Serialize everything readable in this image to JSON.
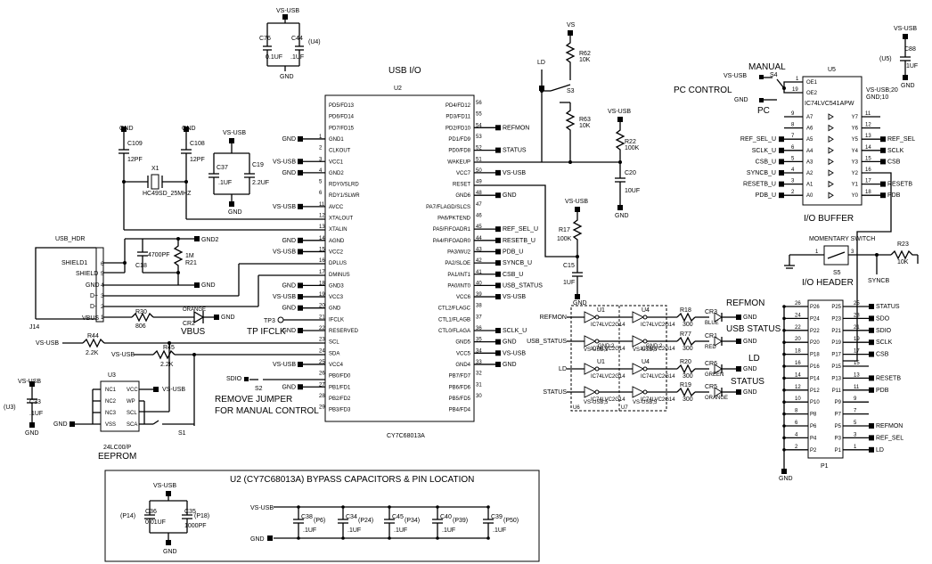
{
  "u4": {
    "vcc": "VS-USB",
    "c1": "C76",
    "c2": "C44",
    "c1v": "0.1UF",
    "c2v": ".1UF",
    "ref": "(U4)",
    "gnd": "GND"
  },
  "u2": {
    "section_title": "USB I/O",
    "ref": "U2",
    "part": "CY7C68013A",
    "left_pins": [
      {
        "num": "",
        "name": "PD5/FD13",
        "net": ""
      },
      {
        "num": "",
        "name": "PD6/FD14",
        "net": ""
      },
      {
        "num": "",
        "name": "PD7/FD15",
        "net": ""
      },
      {
        "num": "1",
        "name": "GND1",
        "net": "GND"
      },
      {
        "num": "2",
        "name": "CLKOUT",
        "net": ""
      },
      {
        "num": "3",
        "name": "VCC1",
        "net": "VS-USB"
      },
      {
        "num": "4",
        "name": "GND2",
        "net": "GND"
      },
      {
        "num": "5",
        "name": "RDY0/SLRD",
        "net": ""
      },
      {
        "num": "6",
        "name": "RDY1/SLWR",
        "net": ""
      },
      {
        "num": "11",
        "name": "AVCC",
        "net": "VS-USB"
      },
      {
        "num": "12",
        "name": "XTALOUT",
        "net": ""
      },
      {
        "num": "13",
        "name": "XTALIN",
        "net": ""
      },
      {
        "num": "14",
        "name": "AGND",
        "net": "GND"
      },
      {
        "num": "15",
        "name": "VCC2",
        "net": "VS-USB"
      },
      {
        "num": "16",
        "name": "DPLUS",
        "net": ""
      },
      {
        "num": "17",
        "name": "DMINUS",
        "net": ""
      },
      {
        "num": "18",
        "name": "GND3",
        "net": "GND"
      },
      {
        "num": "19",
        "name": "VCC3",
        "net": "VS-USB"
      },
      {
        "num": "20",
        "name": "GND",
        "net": "GND"
      },
      {
        "num": "21",
        "name": "IFCLK",
        "net": ""
      },
      {
        "num": "22",
        "name": "RESERVED",
        "net": "GND"
      },
      {
        "num": "23",
        "name": "SCL",
        "net": ""
      },
      {
        "num": "24",
        "name": "SDA",
        "net": ""
      },
      {
        "num": "25",
        "name": "VCC4",
        "net": "VS-USB"
      },
      {
        "num": "26",
        "name": "PB0/FD0",
        "net": ""
      },
      {
        "num": "27",
        "name": "PB1/FD1",
        "net": "GND"
      },
      {
        "num": "28",
        "name": "PB2/FD2",
        "net": ""
      },
      {
        "num": "29",
        "name": "PB3/FD3",
        "net": ""
      }
    ],
    "right_pins": [
      {
        "num": "56",
        "name": "PD4/FD12",
        "net": ""
      },
      {
        "num": "55",
        "name": "PD3/FD11",
        "net": ""
      },
      {
        "num": "54",
        "name": "PD2/FD10",
        "net": "REFMON"
      },
      {
        "num": "53",
        "name": "PD1/FD9",
        "net": ""
      },
      {
        "num": "52",
        "name": "PD0/FD8",
        "net": "STATUS"
      },
      {
        "num": "51",
        "name": "WAKEUP",
        "net": ""
      },
      {
        "num": "50",
        "name": "VCC7",
        "net": "VS-USB"
      },
      {
        "num": "49",
        "name": "RESET",
        "net": ""
      },
      {
        "num": "48",
        "name": "GND6",
        "net": "GND"
      },
      {
        "num": "47",
        "name": "PA7/FLAGD/SLCS",
        "net": ""
      },
      {
        "num": "46",
        "name": "PA6/PKTEND",
        "net": ""
      },
      {
        "num": "45",
        "name": "PA5/FIFOADR1",
        "net": "REF_SEL_U"
      },
      {
        "num": "44",
        "name": "PA4/FIFOADR0",
        "net": "RESETB_U"
      },
      {
        "num": "43",
        "name": "PA3/WU2",
        "net": "PDB_U"
      },
      {
        "num": "42",
        "name": "PA2/SLOE",
        "net": "SYNCB_U"
      },
      {
        "num": "41",
        "name": "PA1/INT1",
        "net": "CSB_U"
      },
      {
        "num": "40",
        "name": "PA0/INT0",
        "net": "USB_STATUS"
      },
      {
        "num": "39",
        "name": "VCC6",
        "net": "VS-USB"
      },
      {
        "num": "38",
        "name": "CTL2/FLAGC",
        "net": ""
      },
      {
        "num": "37",
        "name": "CTL1/FLAGB",
        "net": ""
      },
      {
        "num": "36",
        "name": "CTL0/FLAGA",
        "net": "SCLK_U"
      },
      {
        "num": "35",
        "name": "GND5",
        "net": "GND"
      },
      {
        "num": "34",
        "name": "VCC5",
        "net": "VS-USB"
      },
      {
        "num": "33",
        "name": "GND4",
        "net": "GND"
      },
      {
        "num": "32",
        "name": "PB7/FD7",
        "net": ""
      },
      {
        "num": "31",
        "name": "PB6/FD6",
        "net": ""
      },
      {
        "num": "30",
        "name": "PB5/FD5",
        "net": ""
      },
      {
        "num": "",
        "name": "PB4/FD4",
        "net": ""
      }
    ]
  },
  "crystal": {
    "gnd": "GND",
    "c109": "C109",
    "c109v": "12PF",
    "c108": "C108",
    "c108v": "12PF",
    "x1": "X1",
    "x1v": "HC49SD_25MHZ",
    "vsusb": "VS-USB",
    "c37": "C37",
    "c19": "C19",
    "c37v": ".1UF",
    "c19v": "2.2UF"
  },
  "j14": {
    "title": "USB_HDR",
    "ref": "J14",
    "p6": "SHIELD1",
    "p5": "SHIELD",
    "p4": "GND",
    "p3": "D+",
    "p2": "D-",
    "p1": "VBUS",
    "n6": "6",
    "n5": "5",
    "n4": "4",
    "n3": "3",
    "n2": "2",
    "n1": "1",
    "gnd": "GND",
    "gnd2": "GND2",
    "c18": "C18",
    "c18v": "4700PF",
    "r21": "R21",
    "r21v": "1M",
    "r30": "R30",
    "r30v": "806",
    "cr2": "CR2",
    "cr2c": "ORANGE",
    "vbus": "VBUS"
  },
  "tp3": {
    "ref": "TP3",
    "label": "TP IFCLK"
  },
  "i2c": {
    "vsusb": "VS-USB",
    "r44": "R44",
    "r44v": "2.2K",
    "r45": "R45",
    "r45v": "2.2K"
  },
  "eeprom": {
    "ref": "U3",
    "part": "24LC00/P",
    "title": "EEPROM",
    "p1": "NC1",
    "p2": "NC2",
    "p3": "NC3",
    "p4": "VSS",
    "p8": "VCC",
    "p7": "WP",
    "p6": "SCL",
    "p5": "SCA",
    "gnd": "GND",
    "vsusb": "VS-USB",
    "s1": "S1",
    "c33": "C33",
    "c33v": ".1UF",
    "side": "(U3)"
  },
  "jumper": {
    "sdio": "SDIO",
    "ref": "S2",
    "note1": "REMOVE JUMPER",
    "note2": "FOR MANUAL CONTROL"
  },
  "rnet": {
    "ld": "LD",
    "vs": "VS",
    "r62": "R62",
    "r62v": "10K",
    "s3": "S3",
    "r63": "R63",
    "r63v": "10K",
    "vsusb": "VS-USB",
    "r22": "R22",
    "r22v": "100K",
    "c20": "C20",
    "c20v": "10UF",
    "gnd": "GND",
    "r17": "R17",
    "r17v": "100K",
    "c15": "C15",
    "c15v": "1UF"
  },
  "leds": {
    "h_refmon": "REFMON",
    "h_usb_status": "USB STATUS",
    "h_ld": "LD",
    "h_status": "STATUS",
    "rows": [
      {
        "input": "REFMON",
        "u_a": "U1",
        "u_b": "U4",
        "r": "R18",
        "rv": "300",
        "cr": "CR3",
        "color": "BLUE"
      },
      {
        "input": "USB_STATUS",
        "u_a": "",
        "u_b": "",
        "r": "R77",
        "rv": "300",
        "cr": "CR1",
        "color": "RED"
      },
      {
        "input": "LD",
        "u_a": "U1",
        "u_b": "U4",
        "r": "R20",
        "rv": "300",
        "cr": "CR6",
        "color": "GREEN"
      },
      {
        "input": "STATUS",
        "u_a": "",
        "u_b": "",
        "r": "R19",
        "rv": "300",
        "cr": "CR5",
        "color": "ORANGE"
      }
    ],
    "part": "IC74LVC2G14",
    "gnd": "GND",
    "gnd2": "GND;2",
    "vsusb5": "VS-USB;5",
    "u6": "U6",
    "u7": "U7"
  },
  "u5": {
    "ref": "U5",
    "part": "IC74LVC541APW",
    "pwr1": "VS-USB;20",
    "pwr2": "GND;10",
    "title": "I/O BUFFER",
    "manual": "MANUAL",
    "pc_control": "PC CONTROL",
    "pc": "PC",
    "vsusb": "VS-USB",
    "gnd": "GND",
    "s4": "S4",
    "n1": "1",
    "n19": "19",
    "oe1": "OE1",
    "oe2": "OE2",
    "rows": [
      {
        "ln": "9",
        "in": "",
        "a": "A7",
        "y": "Y7",
        "rn": "11",
        "out": ""
      },
      {
        "ln": "8",
        "in": "",
        "a": "A6",
        "y": "Y6",
        "rn": "12",
        "out": ""
      },
      {
        "ln": "7",
        "in": "REF_SEL_U",
        "a": "A5",
        "y": "Y5",
        "rn": "13",
        "out": "REF_SEL"
      },
      {
        "ln": "6",
        "in": "SCLK_U",
        "a": "A4",
        "y": "Y4",
        "rn": "14",
        "out": "SCLK"
      },
      {
        "ln": "5",
        "in": "CSB_U",
        "a": "A3",
        "y": "Y3",
        "rn": "15",
        "out": "CSB"
      },
      {
        "ln": "4",
        "in": "SYNCB_U",
        "a": "A2",
        "y": "Y2",
        "rn": "16",
        "out": ""
      },
      {
        "ln": "3",
        "in": "RESETB_U",
        "a": "A1",
        "y": "Y1",
        "rn": "17",
        "out": "RESETB"
      },
      {
        "ln": "2",
        "in": "PDB_U",
        "a": "A0",
        "y": "Y0",
        "rn": "18",
        "out": "PDB"
      }
    ],
    "c88": "C88",
    "c88v": ".1UF",
    "u5side": "(U5)"
  },
  "sw": {
    "title": "MOMENTARY SWITCH",
    "r23": "R23",
    "r23v": "10K",
    "s5": "S5",
    "n1": "1",
    "n3": "3",
    "syncb": "SYNCB",
    "io_header": "I/O HEADER"
  },
  "p1": {
    "ref": "P1",
    "gnd": "GND",
    "rows": [
      {
        "l": "26",
        "pl": "P26",
        "pr": "P25",
        "r": "25",
        "net": "STATUS"
      },
      {
        "l": "24",
        "pl": "P24",
        "pr": "P23",
        "r": "23",
        "net": "SDO"
      },
      {
        "l": "22",
        "pl": "P22",
        "pr": "P21",
        "r": "21",
        "net": "SDIO"
      },
      {
        "l": "20",
        "pl": "P20",
        "pr": "P19",
        "r": "19",
        "net": "SCLK"
      },
      {
        "l": "18",
        "pl": "P18",
        "pr": "P17",
        "r": "17",
        "net": "CSB"
      },
      {
        "l": "16",
        "pl": "P16",
        "pr": "P15",
        "r": "15",
        "net": ""
      },
      {
        "l": "14",
        "pl": "P14",
        "pr": "P13",
        "r": "13",
        "net": "RESETB"
      },
      {
        "l": "12",
        "pl": "P12",
        "pr": "P11",
        "r": "11",
        "net": "PDB"
      },
      {
        "l": "10",
        "pl": "P10",
        "pr": "P9",
        "r": "9",
        "net": ""
      },
      {
        "l": "8",
        "pl": "P8",
        "pr": "P7",
        "r": "7",
        "net": ""
      },
      {
        "l": "6",
        "pl": "P6",
        "pr": "P5",
        "r": "5",
        "net": "REFMON"
      },
      {
        "l": "4",
        "pl": "P4",
        "pr": "P3",
        "r": "3",
        "net": "REF_SEL"
      },
      {
        "l": "2",
        "pl": "P2",
        "pr": "P1",
        "r": "1",
        "net": "LD"
      }
    ]
  },
  "bypass": {
    "title": "U2 (CY7C68013A) BYPASS CAPACITORS & PIN LOCATION",
    "vsusb": "VS-USB",
    "gnd": "GND",
    "c36": "C36",
    "c36v": "0.01UF",
    "c35": "C35",
    "c35v": "1000PF",
    "p14": "(P14)",
    "p18": "(P18)",
    "row": [
      {
        "c": "C38",
        "v": ".1UF",
        "p": "(P6)"
      },
      {
        "c": "C34",
        "v": ".1UF",
        "p": "(P24)"
      },
      {
        "c": "C45",
        "v": ".1UF",
        "p": "(P34)"
      },
      {
        "c": "C40",
        "v": ".1UF",
        "p": "(P39)"
      },
      {
        "c": "C39",
        "v": ".1UF",
        "p": "(P50)"
      }
    ]
  }
}
